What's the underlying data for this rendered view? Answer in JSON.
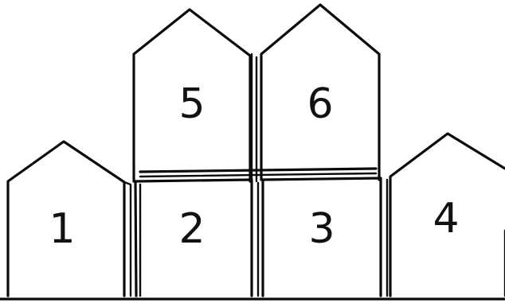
{
  "diagram": {
    "houses": [
      {
        "id": "house-1",
        "label": "1"
      },
      {
        "id": "house-2",
        "label": "2"
      },
      {
        "id": "house-3",
        "label": "3"
      },
      {
        "id": "house-4",
        "label": "4"
      },
      {
        "id": "house-5",
        "label": "5"
      },
      {
        "id": "house-6",
        "label": "6"
      }
    ]
  }
}
